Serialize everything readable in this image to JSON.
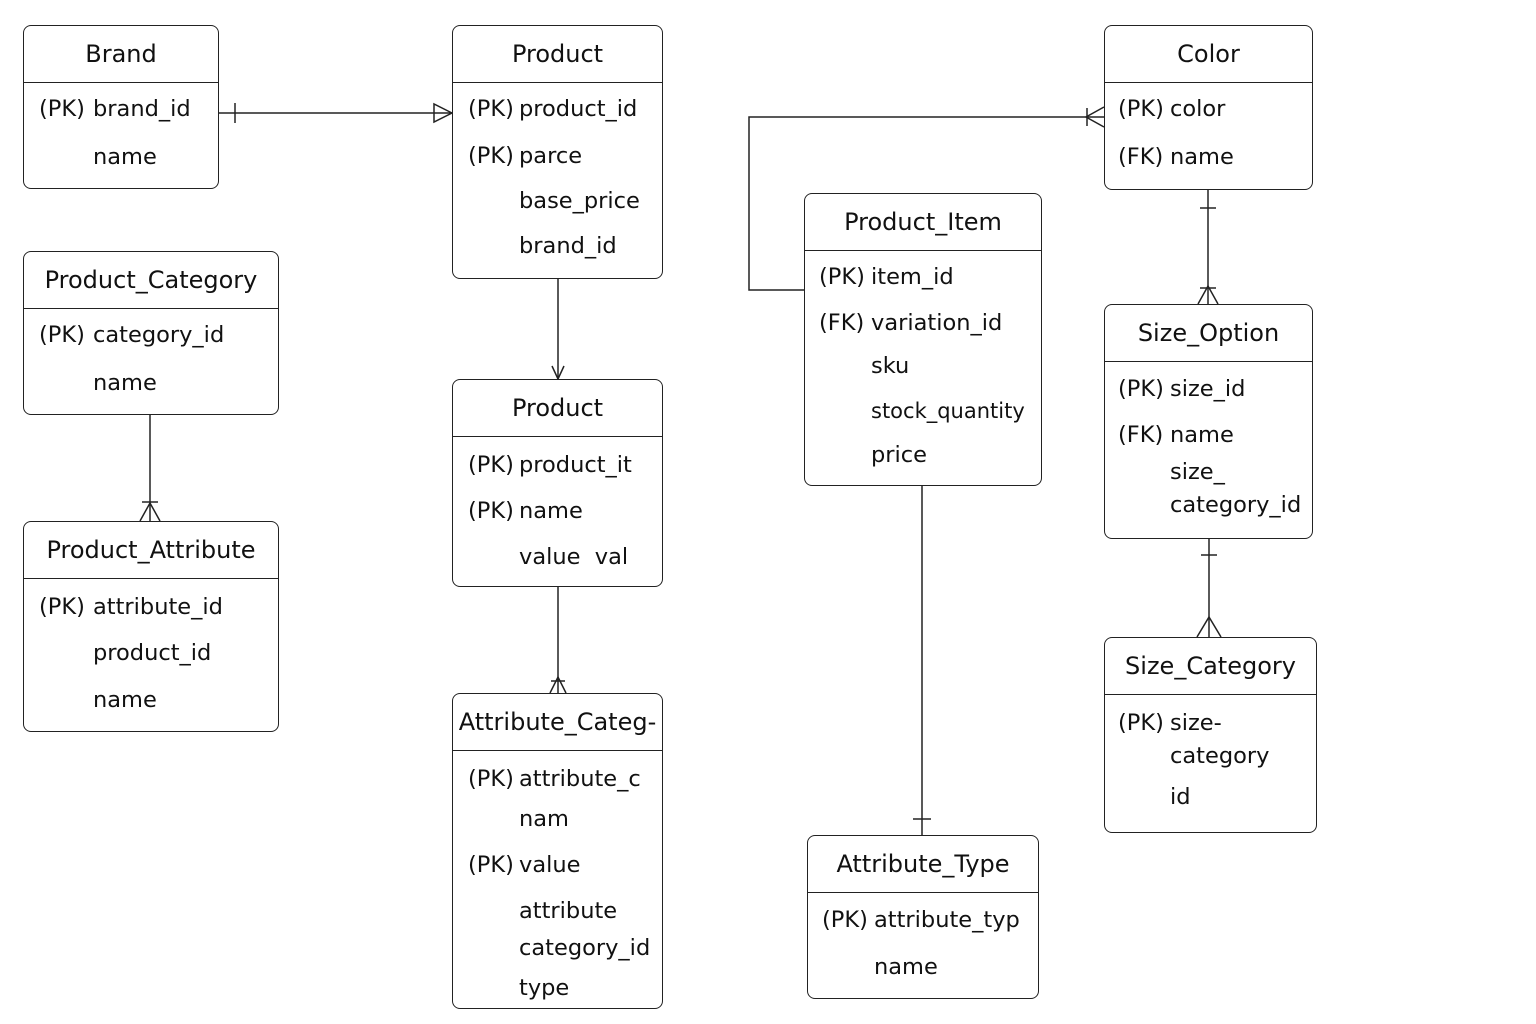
{
  "entities": {
    "brand": {
      "title": "Brand",
      "rows": [
        {
          "key": "(PK)",
          "text": "brand_id"
        },
        {
          "key": "",
          "text": "name"
        }
      ]
    },
    "product": {
      "title": "Product",
      "rows": [
        {
          "key": "(PK)",
          "text": "product_id"
        },
        {
          "key": "(PK)",
          "text": "parce"
        },
        {
          "key": "",
          "text": "base_price"
        },
        {
          "key": "",
          "text": "brand_id"
        }
      ]
    },
    "color": {
      "title": "Color",
      "rows": [
        {
          "key": "(PK)",
          "text": "color"
        },
        {
          "key": "(FK)",
          "text": "name"
        }
      ]
    },
    "product_category": {
      "title": "Product_Category",
      "rows": [
        {
          "key": "(PK)",
          "text": "category_id"
        },
        {
          "key": "",
          "text": "name"
        }
      ]
    },
    "product_item": {
      "title": "Product_Item",
      "rows": [
        {
          "key": "(PK)",
          "text": "item_id"
        },
        {
          "key": "(FK)",
          "text": "variation_id"
        },
        {
          "key": "",
          "text": "sku"
        },
        {
          "key": "",
          "text": "stock_quantity"
        },
        {
          "key": "",
          "text": "price"
        }
      ]
    },
    "product2": {
      "title": "Product",
      "rows": [
        {
          "key": "(PK)",
          "text": "product_it"
        },
        {
          "key": "(PK)",
          "text": "name"
        },
        {
          "key": "",
          "text": "value  val"
        }
      ]
    },
    "size_option": {
      "title": "Size_Option",
      "rows": [
        {
          "key": "(PK)",
          "text": "size_id"
        },
        {
          "key": "(FK)",
          "text": "name"
        },
        {
          "key": "",
          "text": "size_"
        },
        {
          "key": "",
          "text": "category_id"
        }
      ]
    },
    "product_attribute": {
      "title": "Product_Attribute",
      "rows": [
        {
          "key": "(PK)",
          "text": "attribute_id"
        },
        {
          "key": "",
          "text": "product_id"
        },
        {
          "key": "",
          "text": "name"
        }
      ]
    },
    "size_category": {
      "title": "Size_Category",
      "rows": [
        {
          "key": "(PK)",
          "text": "size-"
        },
        {
          "key": "",
          "text": "category"
        },
        {
          "key": "",
          "text": "id"
        }
      ]
    },
    "attribute_categ": {
      "title": "Attribute_Categ-",
      "rows": [
        {
          "key": "(PK)",
          "text": "attribute_c"
        },
        {
          "key": "",
          "text": "nam"
        },
        {
          "key": "(PK)",
          "text": "value"
        },
        {
          "key": "",
          "text": "attribute"
        },
        {
          "key": "",
          "text": "category_id"
        },
        {
          "key": "",
          "text": "type"
        }
      ]
    },
    "attribute_type": {
      "title": "Attribute_Type",
      "rows": [
        {
          "key": "(PK)",
          "text": "attribute_typ"
        },
        {
          "key": "",
          "text": "name"
        }
      ]
    }
  },
  "relationships": [
    {
      "from": "brand",
      "to": "product",
      "from_end": "one",
      "to_end": "arrow"
    },
    {
      "from": "product",
      "to": "product2",
      "from_end": "none",
      "to_end": "arrow"
    },
    {
      "from": "product2",
      "to": "attribute_categ",
      "from_end": "none",
      "to_end": "many"
    },
    {
      "from": "product_category",
      "to": "product_attribute",
      "from_end": "none",
      "to_end": "many"
    },
    {
      "from": "product_item",
      "to": "color",
      "from_end": "none",
      "to_end": "many"
    },
    {
      "from": "product_item",
      "to": "attribute_type",
      "from_end": "none",
      "to_end": "one"
    },
    {
      "from": "color",
      "to": "size_option",
      "from_end": "one",
      "to_end": "many"
    },
    {
      "from": "size_option",
      "to": "size_category",
      "from_end": "one",
      "to_end": "many"
    }
  ]
}
